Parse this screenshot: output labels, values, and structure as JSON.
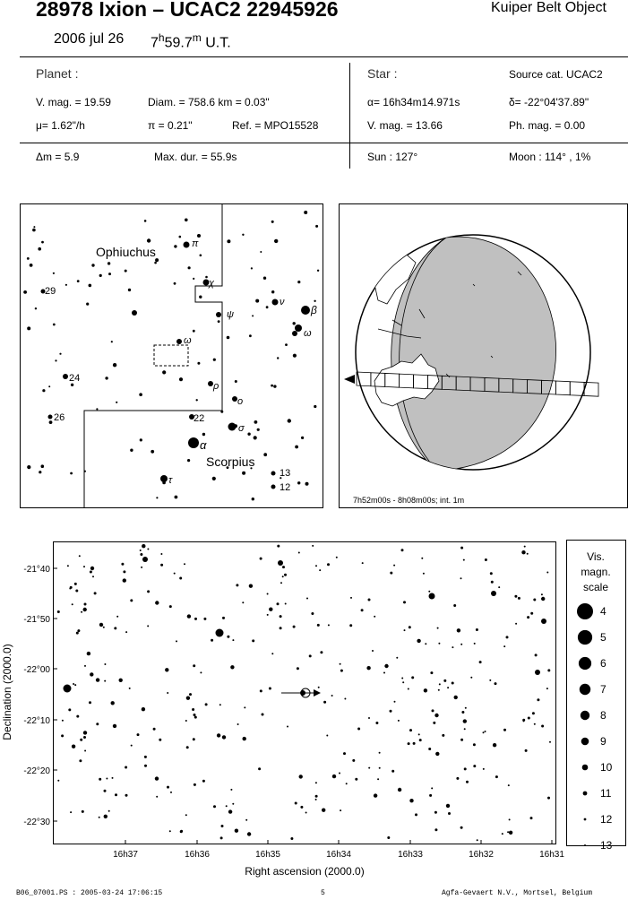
{
  "header": {
    "title": "28978 Ixion  –  UCAC2 22945926",
    "object_type": "Kuiper Belt Object",
    "date": "2006 jul 26",
    "time_h": "7",
    "time_h_sup": "h",
    "time_m": "59.7",
    "time_m_sup": "m",
    "time_suffix": "U.T."
  },
  "planet": {
    "heading": "Planet :",
    "vmag": "V. mag. = 19.59",
    "diam": "Diam. = 758.6 km = 0.03\"",
    "mu": "μ=  1.62\"/h",
    "pi": "π =  0.21\"",
    "ref": "Ref. = MPO15528",
    "dm": "Δm = 5.9",
    "maxdur": "Max. dur. = 55.9s"
  },
  "star": {
    "heading": "Star :",
    "source": "Source cat.  UCAC2",
    "alpha": "α= 16h34m14.971s",
    "delta": "δ= -22°04'37.89\"",
    "vmag": "V. mag. = 13.66",
    "phmag": "Ph. mag. =  0.00",
    "sun": "Sun :  127°",
    "moon": "Moon :  114° ,  1%"
  },
  "finder_map": {
    "constellation_1": "Ophiuchus",
    "constellation_2": "Scorpius",
    "star_labels": [
      "π",
      "χ",
      "ψ",
      "ν",
      "β",
      "ω",
      "ω",
      "ρ",
      "o",
      "σ",
      "α",
      "τ",
      "22",
      "29",
      "24",
      "26",
      "13",
      "12"
    ]
  },
  "globe": {
    "caption": "7h52m00s - 8h08m00s; int.  1m"
  },
  "star_chart": {
    "ylabel": "Declination (2000.0)",
    "xlabel": "Right ascension (2000.0)",
    "y_ticks": [
      "-21°40",
      "-21°50",
      "-22°00",
      "-22°10",
      "-22°20",
      "-22°30"
    ],
    "x_ticks": [
      "16h37",
      "16h36",
      "16h35",
      "16h34",
      "16h33",
      "16h32",
      "16h31"
    ],
    "legend_title_1": "Vis.",
    "legend_title_2": "magn.",
    "legend_title_3": "scale",
    "legend_mags": [
      "4",
      "5",
      "6",
      "7",
      "8",
      "9",
      "10",
      "11",
      "12",
      "13"
    ]
  },
  "footer": {
    "left": "B06_07001.PS : 2005-03-24 17:06:15",
    "center": "5",
    "right": "Agfa-Gevaert N.V., Mortsel, Belgium"
  }
}
